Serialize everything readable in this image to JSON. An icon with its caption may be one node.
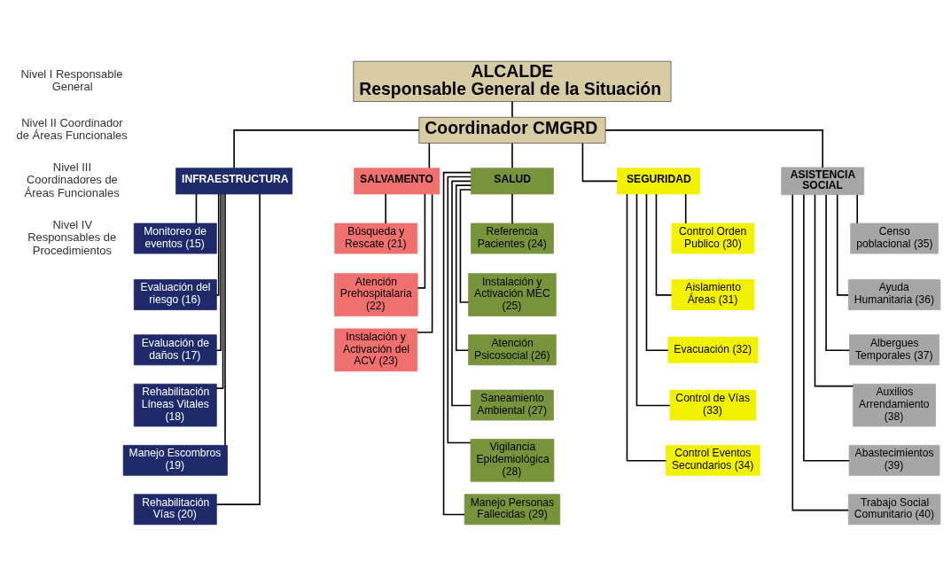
{
  "diagram": {
    "nodes": [
      {
        "text": [
          "ALCALDE",
          "Responsable General de la Situación"
        ]
      },
      {
        "text": [
          "Coordinador CMGRD"
        ]
      },
      {
        "text": [
          "INFRAESTRUCTURA"
        ]
      },
      {
        "text": [
          "SALVAMENTO"
        ]
      },
      {
        "text": [
          "SALUD"
        ]
      },
      {
        "text": [
          "SEGURIDAD"
        ]
      },
      {
        "text": [
          "ASISTENCIA SOCIAL"
        ]
      },
      {
        "text": [
          "Monitoreo de eventos (15)"
        ]
      },
      {
        "text": [
          "Evaluación del riesgo (16)"
        ]
      },
      {
        "text": [
          "Evaluación de daños (17)"
        ]
      },
      {
        "text": [
          "Rehabilitación Líneas Vitales (18)"
        ]
      },
      {
        "text": [
          "Manejo Escombros (19)"
        ]
      },
      {
        "text": [
          "Rehabilitación Vías (20)"
        ]
      },
      {
        "text": [
          "Búsqueda y Rescate (21)"
        ]
      },
      {
        "text": [
          "Atención Prehospitalaria (22)"
        ]
      },
      {
        "text": [
          "Instalación y Activación del ACV (23)"
        ]
      },
      {
        "text": [
          "Referencia Pacientes (24)"
        ]
      },
      {
        "text": [
          "Instalación y Activación MEC (25)"
        ]
      },
      {
        "text": [
          "Atención Psicosocial (26)"
        ]
      },
      {
        "text": [
          "Saneamiento Ambiental (27)"
        ]
      },
      {
        "text": [
          "Vigilancia Epidemiológica (28)"
        ]
      },
      {
        "text": [
          "Manejo Personas Fallecidas (29)"
        ]
      },
      {
        "text": [
          "Control Orden Publico (30)"
        ]
      },
      {
        "text": [
          "Aislamiento Áreas (31)"
        ]
      },
      {
        "text": [
          "Evacuación (32)"
        ]
      },
      {
        "text": [
          "Control de Vías (33)"
        ]
      },
      {
        "text": [
          "Control Eventos Secundarios (34)"
        ]
      },
      {
        "text": [
          "Censo poblacional (35)"
        ]
      },
      {
        "text": [
          "Ayuda Humanitaria (36)"
        ]
      },
      {
        "text": [
          "Albergues Temporales (37)"
        ]
      },
      {
        "text": [
          "Auxilios Arrendamiento (38)"
        ]
      },
      {
        "text": [
          "Abastecimientos (39)"
        ]
      },
      {
        "text": [
          "Trabajo Social Comunitario (40)"
        ]
      }
    ],
    "edges": [
      {
        "from": 0,
        "to": 1,
        "arrow": "none"
      },
      {
        "from": 1,
        "to": 2,
        "arrow": "none"
      },
      {
        "from": 1,
        "to": 3,
        "arrow": "none"
      },
      {
        "from": 1,
        "to": 4,
        "arrow": "none"
      },
      {
        "from": 1,
        "to": 5,
        "arrow": "none"
      },
      {
        "from": 1,
        "to": 6,
        "arrow": "none"
      },
      {
        "from": 2,
        "to": 7,
        "arrow": "none"
      },
      {
        "from": 2,
        "to": 8,
        "arrow": "none"
      },
      {
        "from": 2,
        "to": 9,
        "arrow": "none"
      },
      {
        "from": 2,
        "to": 10,
        "arrow": "none"
      },
      {
        "from": 2,
        "to": 11,
        "arrow": "none"
      },
      {
        "from": 2,
        "to": 12,
        "arrow": "none"
      },
      {
        "from": 3,
        "to": 13,
        "arrow": "none"
      },
      {
        "from": 3,
        "to": 14,
        "arrow": "none"
      },
      {
        "from": 3,
        "to": 15,
        "arrow": "none"
      },
      {
        "from": 4,
        "to": 16,
        "arrow": "none"
      },
      {
        "from": 4,
        "to": 17,
        "arrow": "none"
      },
      {
        "from": 4,
        "to": 18,
        "arrow": "none"
      },
      {
        "from": 4,
        "to": 19,
        "arrow": "none"
      },
      {
        "from": 4,
        "to": 20,
        "arrow": "none"
      },
      {
        "from": 4,
        "to": 21,
        "arrow": "none"
      },
      {
        "from": 5,
        "to": 22,
        "arrow": "none"
      },
      {
        "from": 5,
        "to": 23,
        "arrow": "none"
      },
      {
        "from": 5,
        "to": 24,
        "arrow": "none"
      },
      {
        "from": 5,
        "to": 25,
        "arrow": "none"
      },
      {
        "from": 5,
        "to": 26,
        "arrow": "none"
      },
      {
        "from": 6,
        "to": 27,
        "arrow": "none"
      },
      {
        "from": 6,
        "to": 28,
        "arrow": "none"
      },
      {
        "from": 6,
        "to": 29,
        "arrow": "none"
      },
      {
        "from": 6,
        "to": 30,
        "arrow": "none"
      },
      {
        "from": 6,
        "to": 31,
        "arrow": "none"
      },
      {
        "from": 6,
        "to": 32,
        "arrow": "none"
      }
    ],
    "labels": [
      "Nivel I Responsable General",
      "Nivel II Coordinador de Áreas Funcionales",
      "Nivel III Coordinadores de Áreas Funcionales",
      "Nivel IV Responsables de Procedimientos"
    ]
  }
}
